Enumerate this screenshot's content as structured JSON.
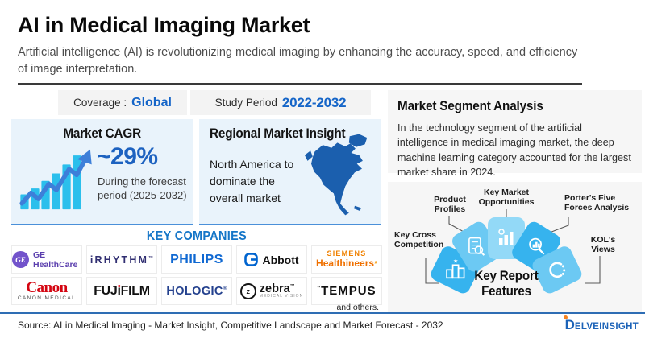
{
  "header": {
    "title": "AI in Medical Imaging Market",
    "subtitle": "Artificial intelligence (AI) is revolutionizing medical imaging by enhancing the accuracy, speed, and efficiency of image interpretation."
  },
  "info_bar": {
    "coverage_label": "Coverage :",
    "coverage_value": "Global",
    "study_label": "Study Period",
    "study_value": "2022-2032"
  },
  "cagr": {
    "title": "Market CAGR",
    "value": "~29%",
    "caption": "During the forecast period (2025-2032)"
  },
  "regional": {
    "title": "Regional Market Insight",
    "text": "North America to dominate the overall market"
  },
  "segment": {
    "title": "Market Segment Analysis",
    "text": "In the technology segment of the artificial intelligence in medical imaging market, the deep machine learning category accounted for the largest market share in 2024."
  },
  "report_features": {
    "heading": "Key Report Features",
    "labels": [
      "Key Cross Competition",
      "Product Profiles",
      "Key Market Opportunities",
      "Porter's Five Forces Analysis",
      "KOL's Views"
    ]
  },
  "companies": {
    "heading": "KEY COMPANIES",
    "and_others": "and others.",
    "ge": {
      "monogram": "GE",
      "label": "GE HealthCare"
    },
    "irhythm": {
      "label": "iRHYTHM",
      "tm": "™"
    },
    "philips": {
      "label": "PHILIPS"
    },
    "abbott": {
      "label": "Abbott"
    },
    "siemens": {
      "line1": "SIEMENS",
      "line2": "Healthineers",
      "star": "*"
    },
    "canon": {
      "label": "Canon",
      "sub": "CANON MEDICAL"
    },
    "fujifilm": {
      "p1": "FUJ",
      "i": "ı",
      "p2": "FILM"
    },
    "hologic": {
      "label": "HOLOGIC",
      "reg": "®"
    },
    "zebra": {
      "icon_letter": "z",
      "label": "zebra",
      "tm": "™",
      "sub": "MEDICAL VISION"
    },
    "tempus": {
      "ticks": "''",
      "label": "TEMPUS"
    }
  },
  "footer": {
    "source": "Source: AI in Medical Imaging - Market Insight, Competitive Landscape and Market Forecast - 2032",
    "brand_d": "D",
    "brand_rest": "ELVEINSIGHT"
  },
  "colors": {
    "accent_blue": "#1565c8",
    "cagr_value_blue": "#1d62c0",
    "card_bg": "#e9f3fb",
    "card_border": "#4a90d9",
    "panel_bg": "#f6f6f6",
    "fan_vivid": "#36b3ee",
    "fan_medium": "#6cc9f3",
    "fan_light": "#93d9f7",
    "map_blue": "#1b5fae",
    "bars_cyan": "#2bbfec",
    "arrow_blue": "#3d7fd9",
    "footer_line": "#2e6db4",
    "companies_heading": "#1576c8"
  }
}
